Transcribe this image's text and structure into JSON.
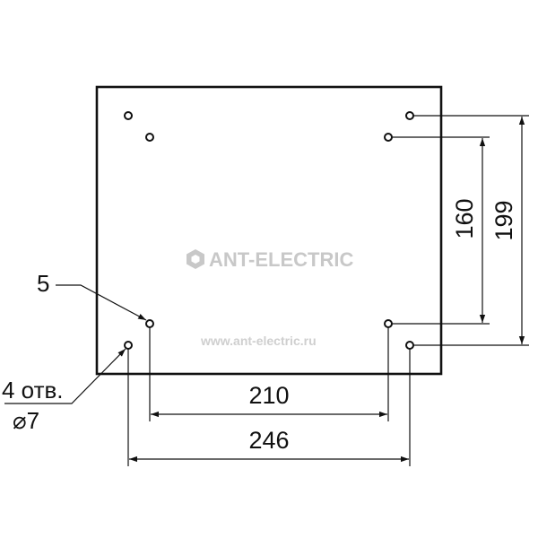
{
  "watermark": {
    "brand": "ANT-ELECTRIC",
    "url": "www.ant-electric.ru",
    "color": "#c8c8c8"
  },
  "dimensions": {
    "inner_width": "210",
    "outer_width": "246",
    "inner_height": "160",
    "outer_height": "199"
  },
  "callouts": {
    "item_number": "5",
    "holes_count": "4 отв.",
    "hole_diameter": "⌀7"
  },
  "colors": {
    "line": "#111111",
    "background": "#ffffff"
  }
}
